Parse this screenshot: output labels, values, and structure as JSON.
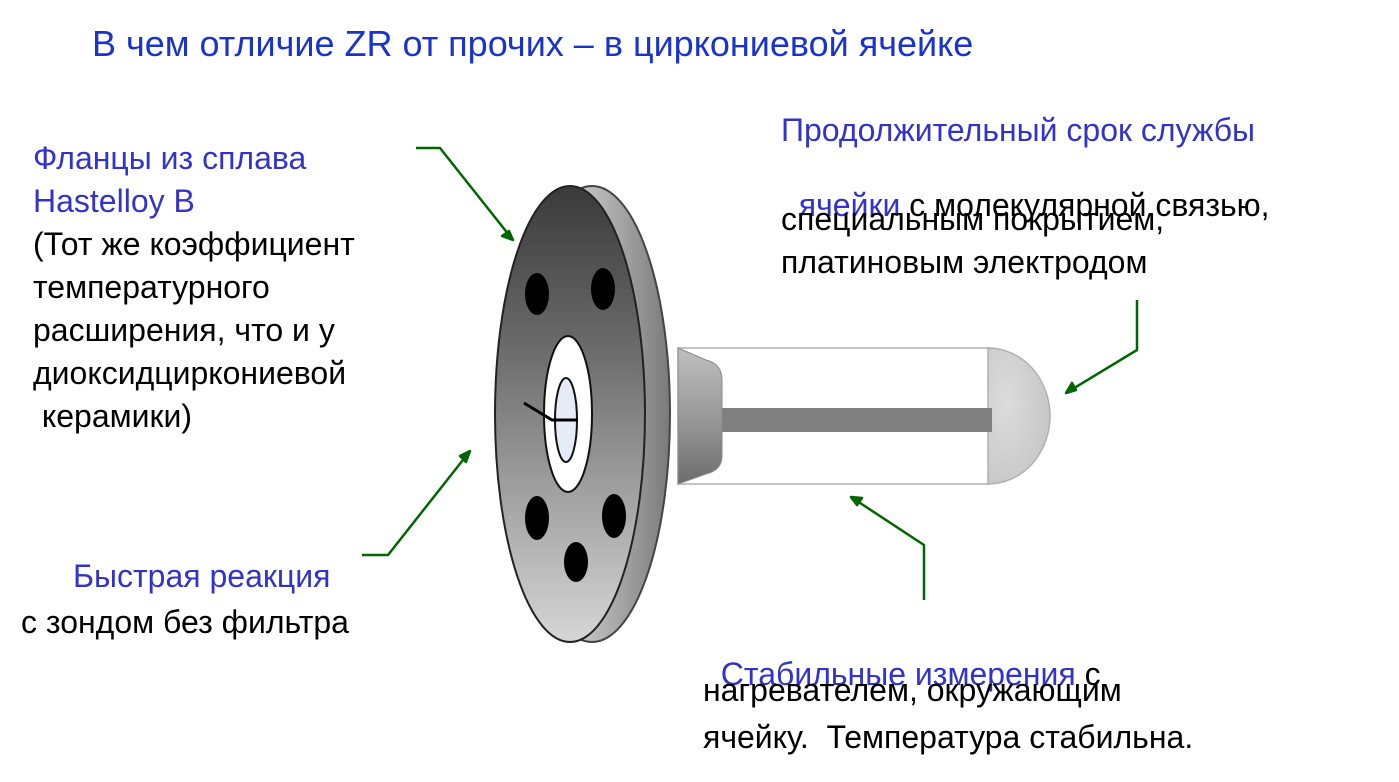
{
  "title": "В чем отличие ZR  от прочих  – в циркониевой ячейке",
  "flanges": {
    "heading_lines": [
      "Фланцы из сплава",
      "Hastelloy B"
    ],
    "body_lines": [
      "(Тот же коэффициент",
      "температурного",
      "расширения, что и у",
      "диоксидциркониевой",
      " керамики)"
    ]
  },
  "fast": {
    "heading": "Быстрая реакция",
    "body": "с зондом без фильтра"
  },
  "lifetime": {
    "line1": "Продолжительный срок службы",
    "line2_blue": "ячейки",
    "line2_rest": " с молекулярной связью,",
    "line3": "специальным покрытием,",
    "line4": "платиновым электродом"
  },
  "stable": {
    "line1_blue": "Стабильные измерения",
    "line1_rest": " с",
    "line2": "нагревателем, окружающим",
    "line3": "ячейку.  Температура стабильна."
  },
  "colors": {
    "heading_blue": "#3333cc",
    "title_blue": "#1a33cc",
    "arrow_green": "#006600"
  }
}
